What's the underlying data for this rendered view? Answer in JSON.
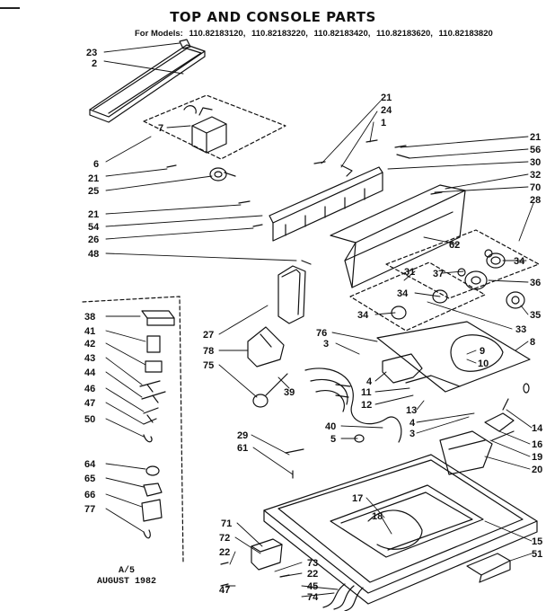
{
  "title": "TOP AND CONSOLE PARTS",
  "models_prefix": "For Models:",
  "models": [
    "110.82183120,",
    "110.82183220,",
    "110.82183420,",
    "110.82183620,",
    "110.82183820"
  ],
  "footer": {
    "ref": "A/5",
    "date": "AUGUST 1982"
  },
  "callouts": {
    "n23": "23",
    "n2": "2",
    "n7": "7",
    "n6": "6",
    "n21a": "21",
    "n25": "25",
    "n21b": "21",
    "n54": "54",
    "n26": "26",
    "n48": "48",
    "n21c": "21",
    "n24": "24",
    "n1": "1",
    "n21d": "21",
    "n56": "56",
    "n30": "30",
    "n32": "32",
    "n70": "70",
    "n28": "28",
    "n62": "62",
    "n34a": "34",
    "n31": "31",
    "n37": "37",
    "n36": "36",
    "n34b": "34",
    "n34c": "34",
    "n35": "35",
    "n33": "33",
    "n8": "8",
    "n76": "76",
    "n3a": "3",
    "n9": "9",
    "n10": "10",
    "n27": "27",
    "n78": "78",
    "n75": "75",
    "n39": "39",
    "n4a": "4",
    "n11": "11",
    "n12": "12",
    "n13": "13",
    "n4b": "4",
    "n3b": "3",
    "n14": "14",
    "n16": "16",
    "n19": "19",
    "n20": "20",
    "n40": "40",
    "n5": "5",
    "n29": "29",
    "n61": "61",
    "n17": "17",
    "n18": "18",
    "n15": "15",
    "n51": "51",
    "n71": "71",
    "n72": "72",
    "n22a": "22",
    "n73": "73",
    "n22b": "22",
    "n47b": "47",
    "n45": "45",
    "n74": "74",
    "n38": "38",
    "n41": "41",
    "n42": "42",
    "n43": "43",
    "n44": "44",
    "n46": "46",
    "n47a": "47",
    "n50": "50",
    "n64": "64",
    "n65": "65",
    "n66": "66",
    "n77": "77"
  }
}
